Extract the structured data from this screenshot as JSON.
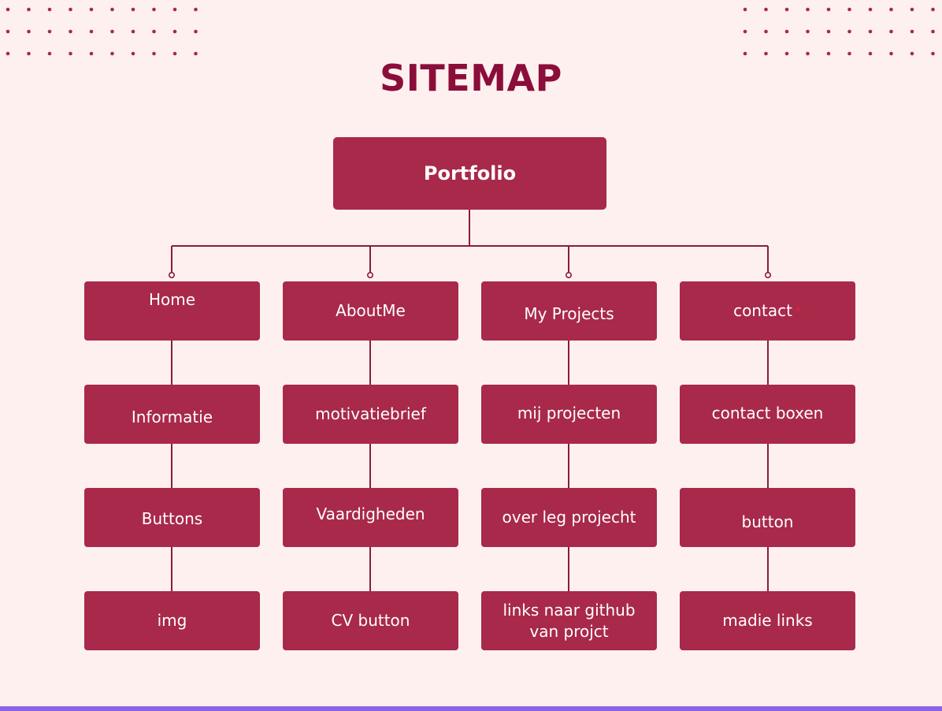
{
  "title": "SITEMAP",
  "root": {
    "label": "Portfolio"
  },
  "colors": {
    "background": "#fdf0ef",
    "node": "#a8294a",
    "title": "#8b0d3a",
    "connector": "#8b1c3c",
    "accent_bar": "#8a63e8",
    "asterisk": "#e0243a"
  },
  "columns": [
    {
      "heading": "Home",
      "items": [
        "Informatie",
        "Buttons",
        "img"
      ]
    },
    {
      "heading": "AboutMe",
      "items": [
        "motivatiebrief",
        "Vaardigheden",
        "CV button"
      ]
    },
    {
      "heading": "My Projects",
      "items": [
        "mij projecten",
        "over leg projecht",
        "links naar github van projct"
      ]
    },
    {
      "heading": "contact",
      "heading_marker": "*",
      "items": [
        "contact boxen",
        "button",
        "madie links"
      ]
    }
  ]
}
